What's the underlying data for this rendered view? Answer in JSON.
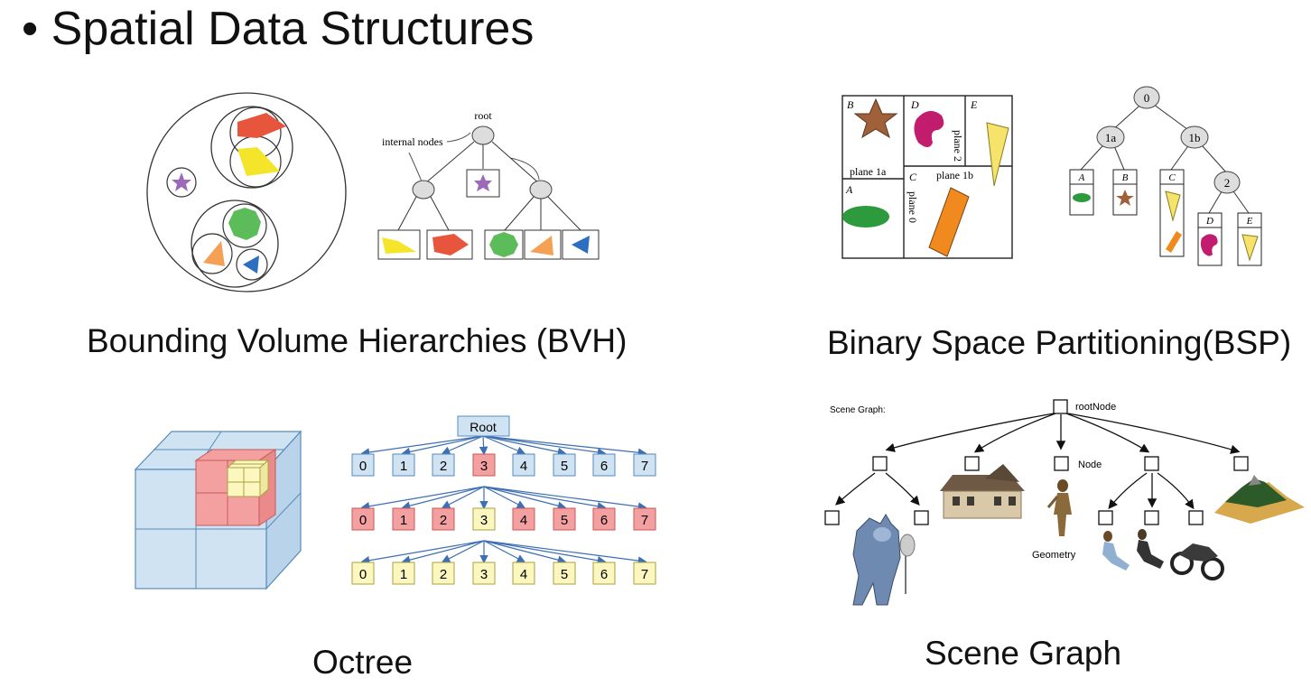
{
  "slide": {
    "title": "• Spatial Data Structures"
  },
  "bvh": {
    "caption": "Bounding Volume Hierarchies (BVH)",
    "root_label": "root",
    "internal_label": "internal nodes"
  },
  "bsp": {
    "caption": "Binary Space Partitioning(BSP)",
    "region_labels": [
      "B",
      "D",
      "E",
      "A",
      "C"
    ],
    "plane_labels": [
      "plane 1a",
      "plane 2",
      "plane 1b",
      "plane 0"
    ],
    "tree_nodes": [
      "0",
      "1a",
      "1b",
      "2"
    ],
    "leaf_labels": [
      "A",
      "B",
      "C",
      "D",
      "E"
    ]
  },
  "octree": {
    "caption": "Octree",
    "root_label": "Root",
    "level_labels": [
      "0",
      "1",
      "2",
      "3",
      "4",
      "5",
      "6",
      "7"
    ]
  },
  "scene_graph": {
    "caption": "Scene Graph",
    "heading": "Scene Graph:",
    "root_label": "rootNode",
    "node_label": "Node",
    "geometry_label": "Geometry"
  },
  "colors": {
    "octree_blue": "#cfe3f3",
    "octree_red": "#f4a0a0",
    "octree_yellow": "#fbf7bf",
    "arrow_blue": "#3c6fb3"
  }
}
